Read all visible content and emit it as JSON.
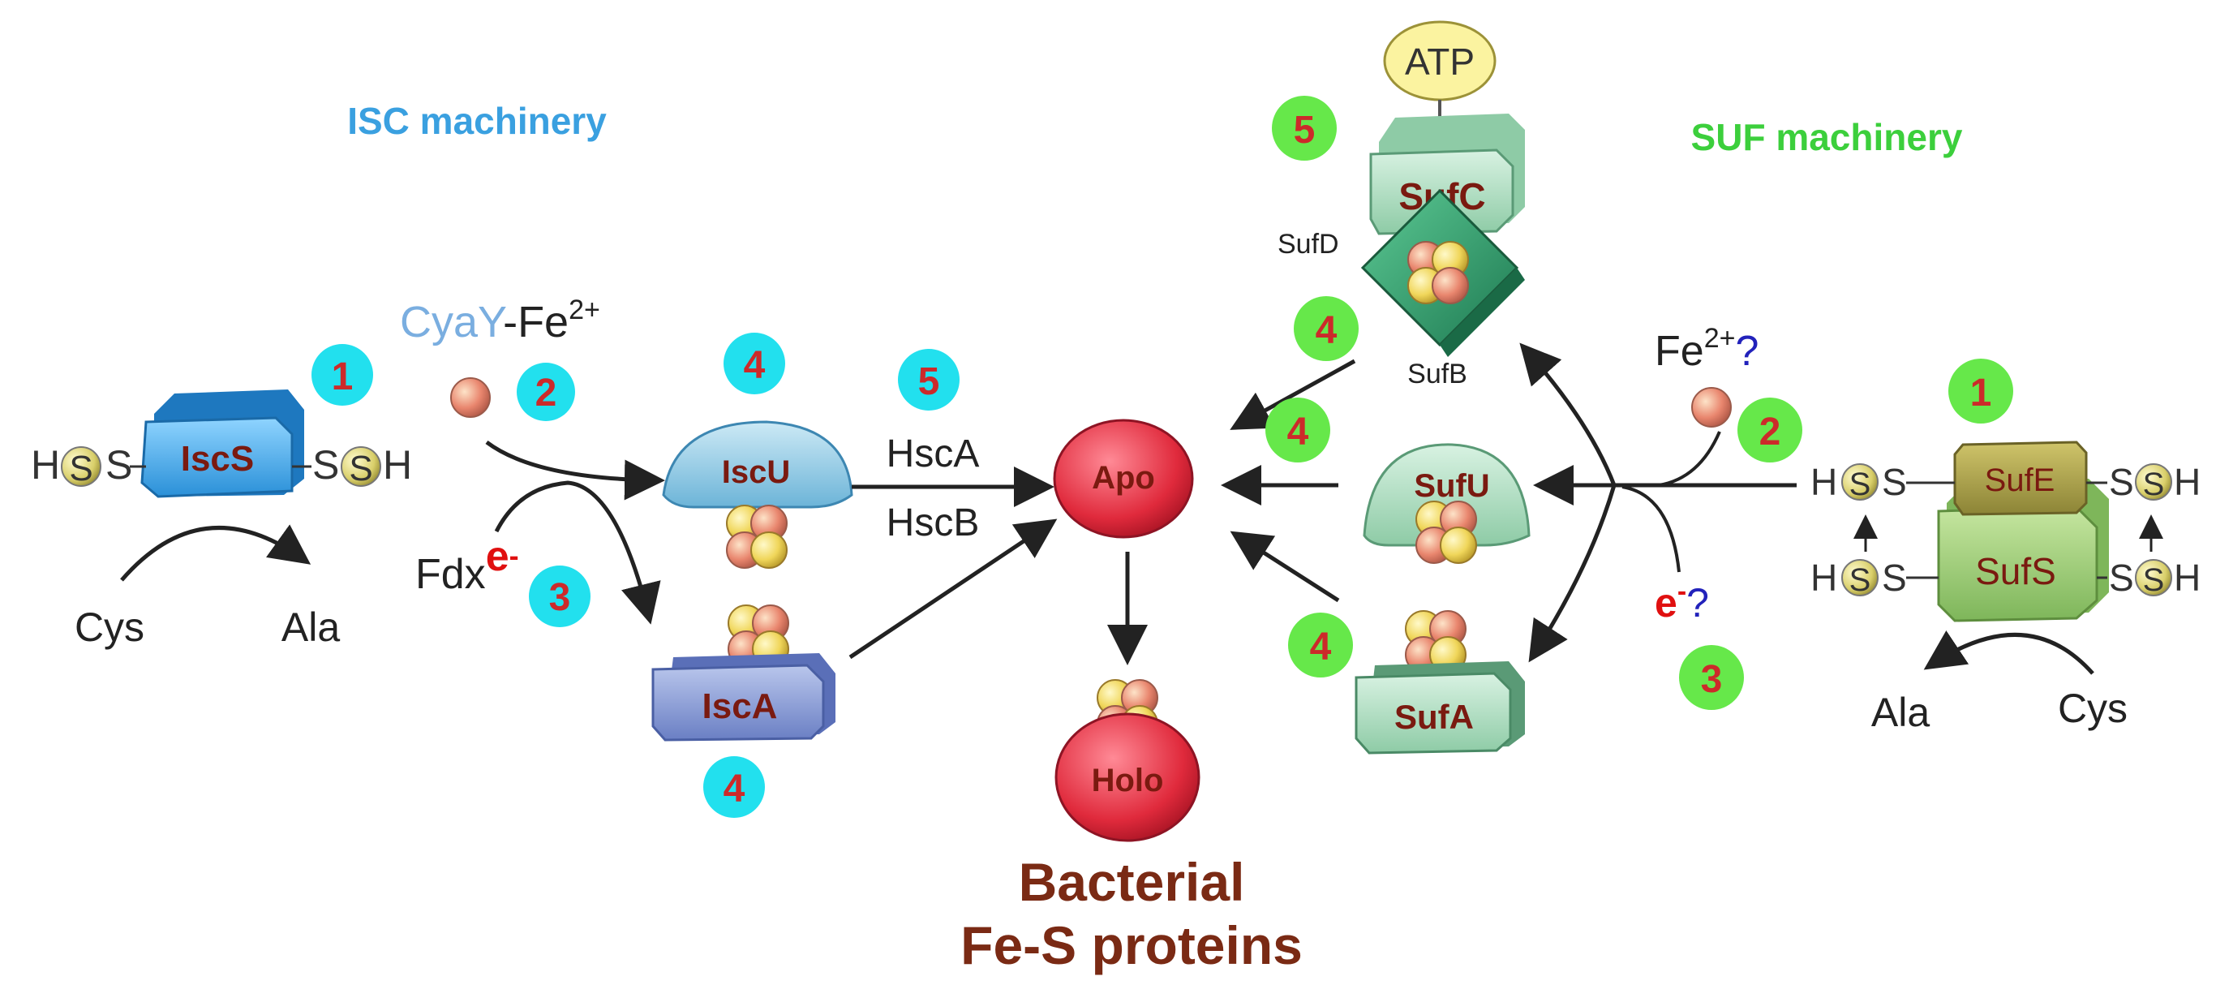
{
  "isc": {
    "title": "ISC machinery",
    "cyay": "CyaY",
    "fe_prefix": "-Fe",
    "fe_charge": "2+",
    "iscs": "IscS",
    "hs": "H",
    "s": "S",
    "sh_h": "H",
    "cys": "Cys",
    "ala": "Ala",
    "fdx": "Fdx",
    "electron": "e",
    "electron_charge": "-",
    "iscu": "IscU",
    "isca": "IscA",
    "hsca": "HscA",
    "hscb": "HscB",
    "steps": [
      "1",
      "2",
      "3",
      "4",
      "4",
      "5"
    ]
  },
  "center": {
    "apo": "Apo",
    "holo": "Holo",
    "title_line1": "Bacterial",
    "title_line2": "Fe-S proteins"
  },
  "suf": {
    "title": "SUF machinery",
    "atp": "ATP",
    "sufc": "SufC",
    "sufd": "SufD",
    "sufb": "SufB",
    "sufu": "SufU",
    "sufa": "SufA",
    "sufe": "SufE",
    "sufs": "SufS",
    "fe": "Fe",
    "fe_charge": "2+",
    "question": "?",
    "electron": "e",
    "electron_charge": "-",
    "ala": "Ala",
    "cys": "Cys",
    "h": "H",
    "s": "S",
    "steps": [
      "5",
      "4",
      "4",
      "4",
      "1",
      "2",
      "3"
    ]
  },
  "colors": {
    "isc_blue": "#3aa0e0",
    "suf_green": "#3ccf3c",
    "cyan_badge": "#22e0ee",
    "green_badge": "#66e84a",
    "badge_text": "#cc2a2a",
    "electron_red": "#e01010",
    "question_blue": "#2222bb",
    "dark_red_title": "#7a2a14"
  }
}
